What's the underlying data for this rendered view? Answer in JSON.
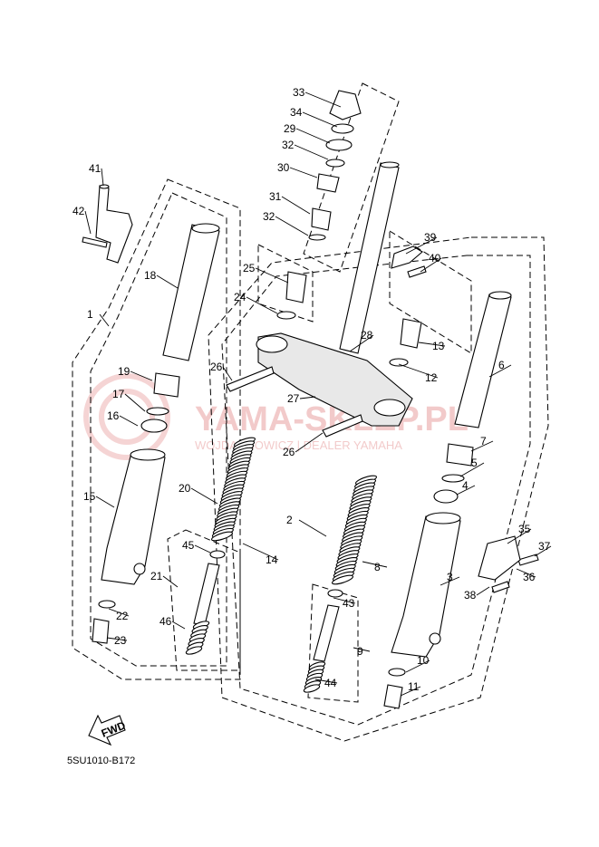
{
  "diagram": {
    "code": "5SU1010-B172",
    "fwd_label": "FWD",
    "watermark": {
      "title": "YAMA-SKLEP.PL",
      "subtitle": "WOJDACHOWICZ | DEALER YAMAHA"
    },
    "labels": [
      "33",
      "34",
      "29",
      "32",
      "30",
      "31",
      "32",
      "41",
      "42",
      "18",
      "1",
      "25",
      "24",
      "28",
      "39",
      "40",
      "13",
      "12",
      "6",
      "26",
      "27",
      "19",
      "17",
      "16",
      "26",
      "7",
      "5",
      "4",
      "15",
      "20",
      "2",
      "14",
      "45",
      "21",
      "8",
      "43",
      "35",
      "37",
      "36",
      "38",
      "3",
      "22",
      "46",
      "23",
      "9",
      "10",
      "44",
      "11"
    ]
  },
  "colors": {
    "line": "#000000",
    "watermark": "#e8a0a0"
  }
}
